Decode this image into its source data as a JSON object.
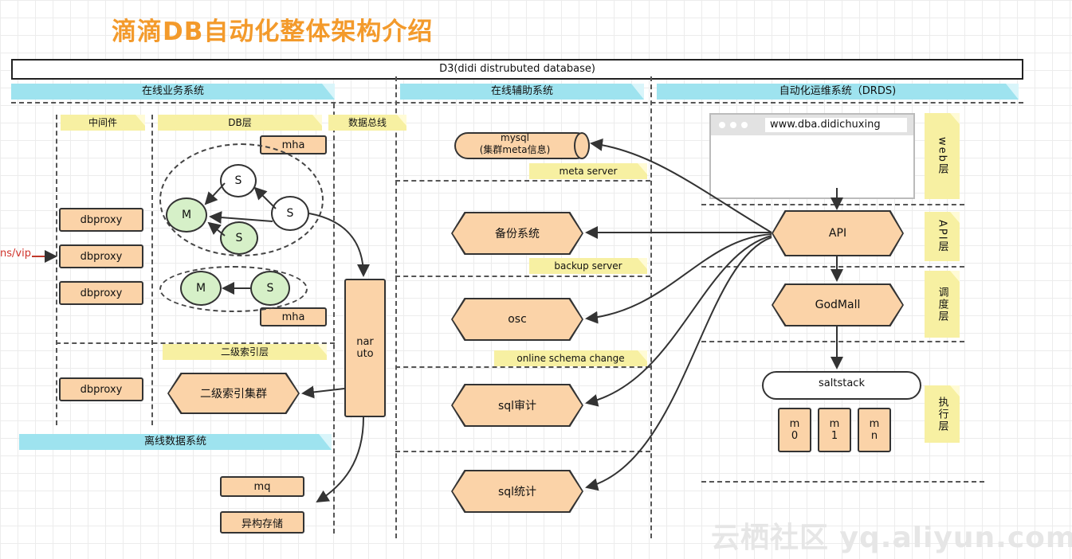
{
  "title": "滴滴DB自动化整体架构介绍",
  "top_bar": "D3(didi distrubuted database)",
  "sections": {
    "online_business": "在线业务系统",
    "online_aux": "在线辅助系统",
    "automation": "自动化运维系统（DRDS)",
    "offline": "离线数据系统"
  },
  "labels": {
    "middleware": "中间件",
    "db_layer": "DB层",
    "data_bus": "数据总线",
    "secondary_index_layer": "二级索引层",
    "meta_server": "meta server",
    "backup_server": "backup server",
    "online_schema_change": "online schema change",
    "web_layer": "web层",
    "api_layer": "API层",
    "schedule_layer": "调度层",
    "exec_layer": "执行层"
  },
  "dbproxy": [
    "dbproxy",
    "dbproxy",
    "dbproxy",
    "dbproxy"
  ],
  "vip_label": "ns/vip",
  "mha": [
    "mha",
    "mha"
  ],
  "nodes": {
    "s": "S",
    "m": "M"
  },
  "naruto": "nar\nuto",
  "secondary_index_cluster": "二级索引集群",
  "offline_boxes": [
    "mq",
    "异构存储"
  ],
  "mysql": "mysql\n(集群meta信息)",
  "aux_boxes": [
    "备份系统",
    "osc",
    "sql审计",
    "sql统计"
  ],
  "browser_url": "www.dba.didichuxing",
  "api": "API",
  "godmall": "GodMall",
  "saltstack": "saltstack",
  "minions": [
    "m\n0",
    "m\n1",
    "m\nn"
  ],
  "watermark": "云栖社区 yq.aliyun.com"
}
